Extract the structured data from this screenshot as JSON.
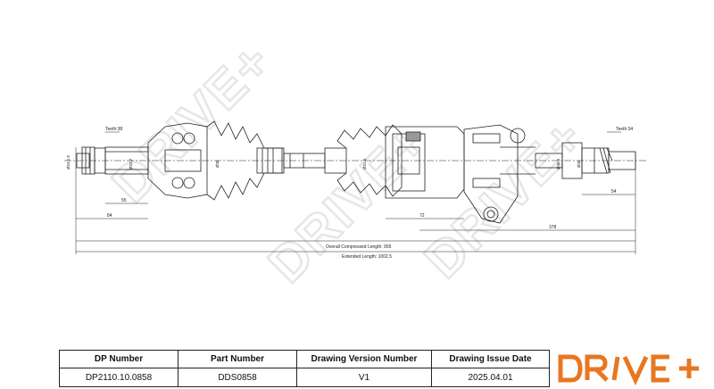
{
  "watermark": "DRIVE+",
  "dimensions": {
    "teeth_left": "Teeth:38",
    "teeth_right": "Teeth:34",
    "d_left_end": "Ø24.1.5",
    "d_cv_inner": "Ø33.7",
    "d_shaft_left": "Ø36",
    "d_shaft_mid": "Ø31.5",
    "d_right_shaft": "Ø35.5",
    "d_right_end": "Ø40",
    "len_55": "55",
    "len_84": "84",
    "len_72": "72",
    "len_54": "54",
    "len_378": "378",
    "overall_compressed": "Overall  Compressed  Length: 955",
    "extended": "Extended  Length: 1002.5"
  },
  "title_block": {
    "headers": [
      "DP Number",
      "Part Number",
      "Drawing Version Number",
      "Drawing Issue Date"
    ],
    "values": [
      "DP2110.10.0858",
      "DDS0858",
      "V1",
      "2025.04.01"
    ]
  },
  "logo": {
    "text": "DR|VE+",
    "color": "#e87722"
  }
}
